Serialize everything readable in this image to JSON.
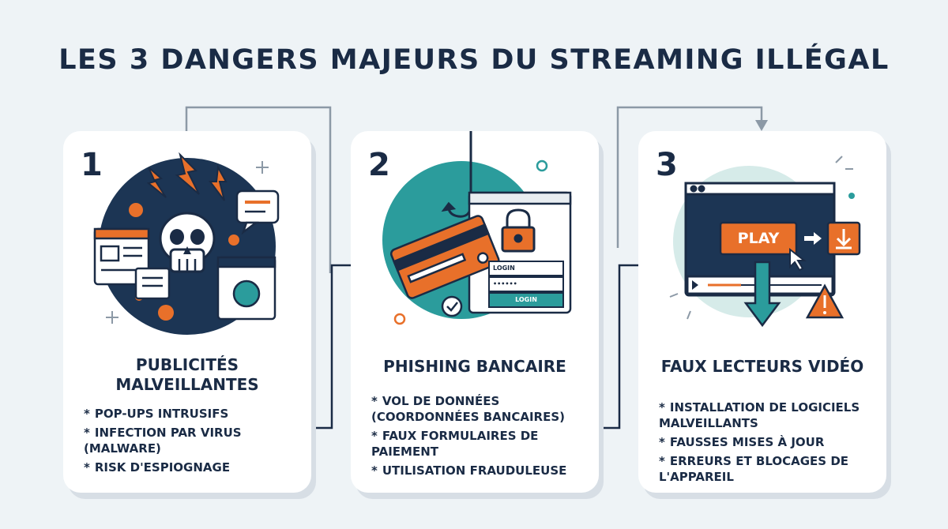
{
  "title": "Les 3 dangers majeurs du streaming illégal",
  "colors": {
    "navy": "#1a2b45",
    "orange": "#e8702a",
    "teal": "#2b9c9c",
    "background": "#eef3f6"
  },
  "cards": [
    {
      "number": "1",
      "title_lines": [
        "Publicités",
        "malveillantes"
      ],
      "bullets": [
        "Pop-ups intrusifs",
        "Infection par virus (malware)",
        "Risk d'espiognage"
      ],
      "icons": [
        "skull-icon",
        "lightning-icon",
        "virus-icon",
        "popup-window-icon",
        "chat-bubble-icon"
      ]
    },
    {
      "number": "2",
      "title_lines": [
        "Phishing bancaire"
      ],
      "bullets": [
        "Vol de données (coordonnées bancaires)",
        "Faux formulaires de paiement",
        "Utilisation frauduleuse"
      ],
      "login_field": "LOGIN",
      "password_field": "••••••",
      "login_button": "LOGIN",
      "icons": [
        "fishing-hook-icon",
        "credit-card-icon",
        "padlock-icon",
        "check-icon"
      ]
    },
    {
      "number": "3",
      "title_lines": [
        "Faux lecteurs vidéo"
      ],
      "bullets": [
        "Installation de logiciels malveillants",
        "Fausses mises à jour",
        "Erreurs et blocages de l'appareil"
      ],
      "play_label": "PLAY",
      "icons": [
        "video-player-icon",
        "download-icon",
        "warning-icon",
        "cursor-icon",
        "arrow-down-icon"
      ]
    }
  ]
}
